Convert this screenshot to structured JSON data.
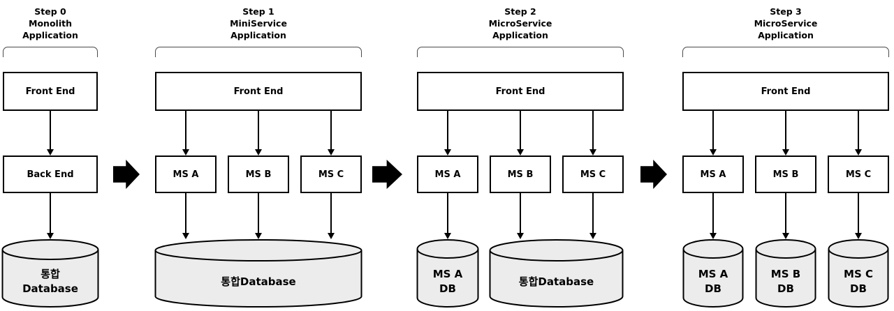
{
  "colors": {
    "box_fill": "#ffffff",
    "box_stroke": "#000000",
    "database_fill": "#ececec",
    "arrow_fill": "#000000",
    "bracket_stroke": "#4a4a4a"
  },
  "steps": [
    {
      "title": "Step 0\nMonolith\nApplication",
      "front_end": "Front End",
      "back_end": "Back End",
      "databases": [
        "통합\nDatabase"
      ]
    },
    {
      "title": "Step 1\nMiniService\nApplication",
      "front_end": "Front End",
      "services": [
        "MS A",
        "MS B",
        "MS C"
      ],
      "databases": [
        "통합Database"
      ]
    },
    {
      "title": "Step 2\nMicroService\nApplication",
      "front_end": "Front End",
      "services": [
        "MS A",
        "MS B",
        "MS C"
      ],
      "databases": [
        "MS A\nDB",
        "통합Database"
      ]
    },
    {
      "title": "Step 3\nMicroService\nApplication",
      "front_end": "Front End",
      "services": [
        "MS A",
        "MS B",
        "MS C"
      ],
      "databases": [
        "MS A\nDB",
        "MS B\nDB",
        "MS C\nDB"
      ]
    }
  ]
}
